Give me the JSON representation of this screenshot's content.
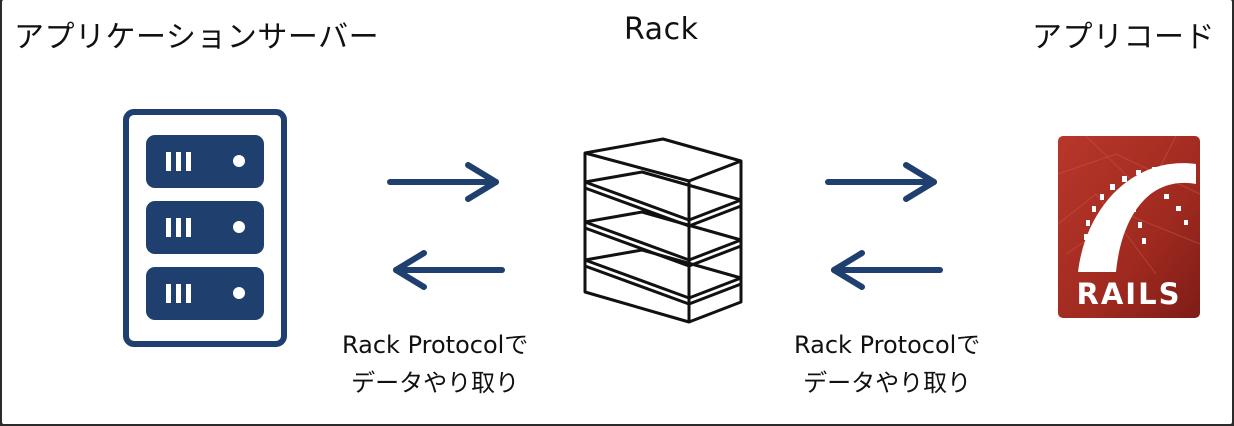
{
  "headings": {
    "server": "アプリケーションサーバー",
    "rack": "Rack",
    "app": "アプリコード"
  },
  "captions": {
    "left": {
      "line1": "Rack Protocolで",
      "line2": "データやり取り"
    },
    "right": {
      "line1": "Rack Protocolで",
      "line2": "データやり取り"
    }
  },
  "logo": {
    "wordmark": "RAILS"
  },
  "colors": {
    "server_blue": "#1f3f6e",
    "arrow_blue": "#1f3f6e",
    "rails_red": "#a62a1f",
    "outline": "#111111"
  },
  "icons": {
    "server": "server-rack-icon",
    "rack": "rack-shelf-icon",
    "rails": "rails-logo-icon"
  }
}
